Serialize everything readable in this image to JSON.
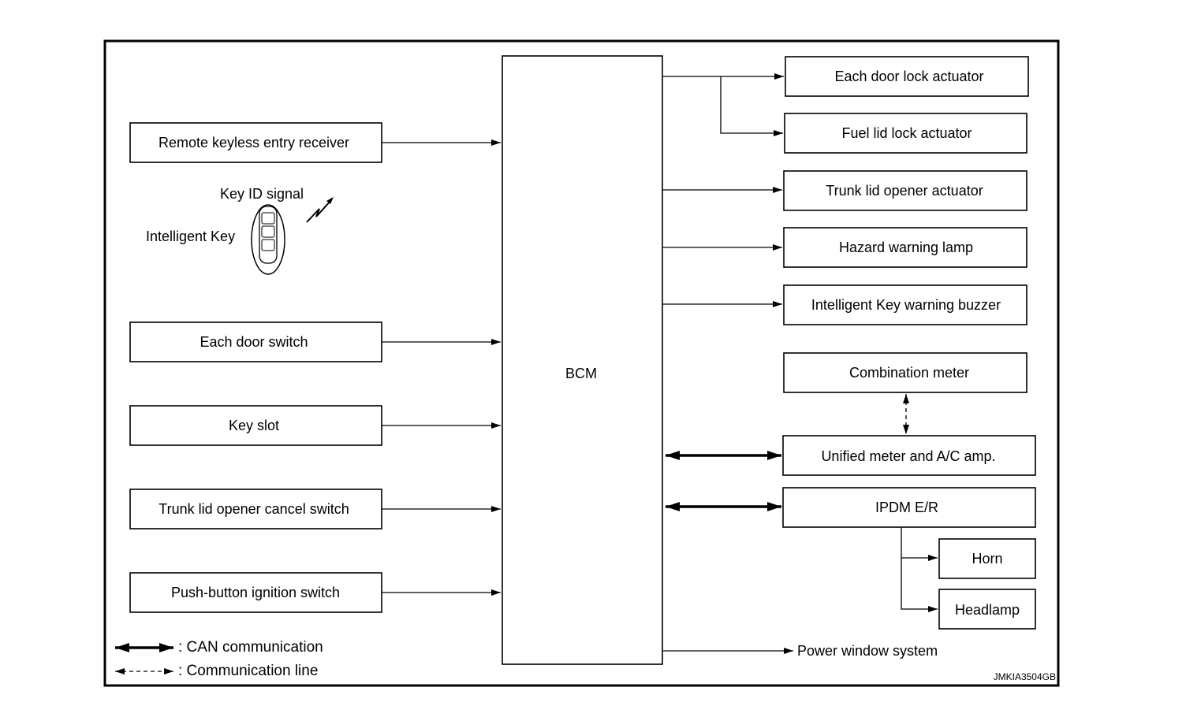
{
  "inputs": {
    "remote_keyless_entry_receiver": "Remote keyless entry receiver",
    "each_door_switch": "Each door switch",
    "key_slot": "Key slot",
    "trunk_lid_opener_cancel_switch": "Trunk lid opener cancel switch",
    "push_button_ignition_switch": "Push-button ignition switch"
  },
  "intelligent_key": {
    "label": "Intelligent Key",
    "signal_label": "Key ID signal"
  },
  "bcm": {
    "label": "BCM"
  },
  "outputs": {
    "each_door_lock_actuator": "Each door lock actuator",
    "fuel_lid_lock_actuator": "Fuel lid lock actuator",
    "trunk_lid_opener_actuator": "Trunk lid opener actuator",
    "hazard_warning_lamp": "Hazard warning lamp",
    "intelligent_key_warning_buzzer": "Intelligent Key warning buzzer",
    "combination_meter": "Combination meter",
    "unified_meter_ac_amp": "Unified meter and A/C amp.",
    "ipdm_er": "IPDM E/R",
    "horn": "Horn",
    "headlamp": "Headlamp",
    "power_window_system": "Power window system"
  },
  "legend": {
    "can_communication": ": CAN communication",
    "communication_line": ": Communication line"
  },
  "figure_code": "JMKIA3504GB"
}
